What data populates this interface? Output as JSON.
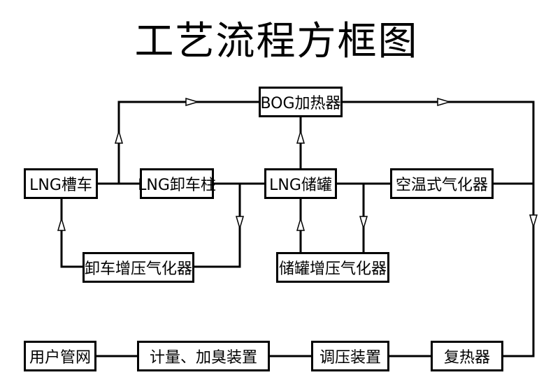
{
  "title": "工艺流程方框图",
  "nodes": {
    "bog_heater": "BOG加热器",
    "lng_tanker": "LNG槽车",
    "lng_unloading_column": "LNG卸车柱",
    "lng_storage_tank": "LNG储罐",
    "ambient_vaporizer": "空温式气化器",
    "unloading_pressurizer": "卸车增压气化器",
    "tank_pressurizer": "储罐增压气化器",
    "user_pipe_network": "用户管网",
    "metering_odorizing": "计量、加臭装置",
    "pressure_regulator": "调压装置",
    "reheater": "复热器"
  }
}
